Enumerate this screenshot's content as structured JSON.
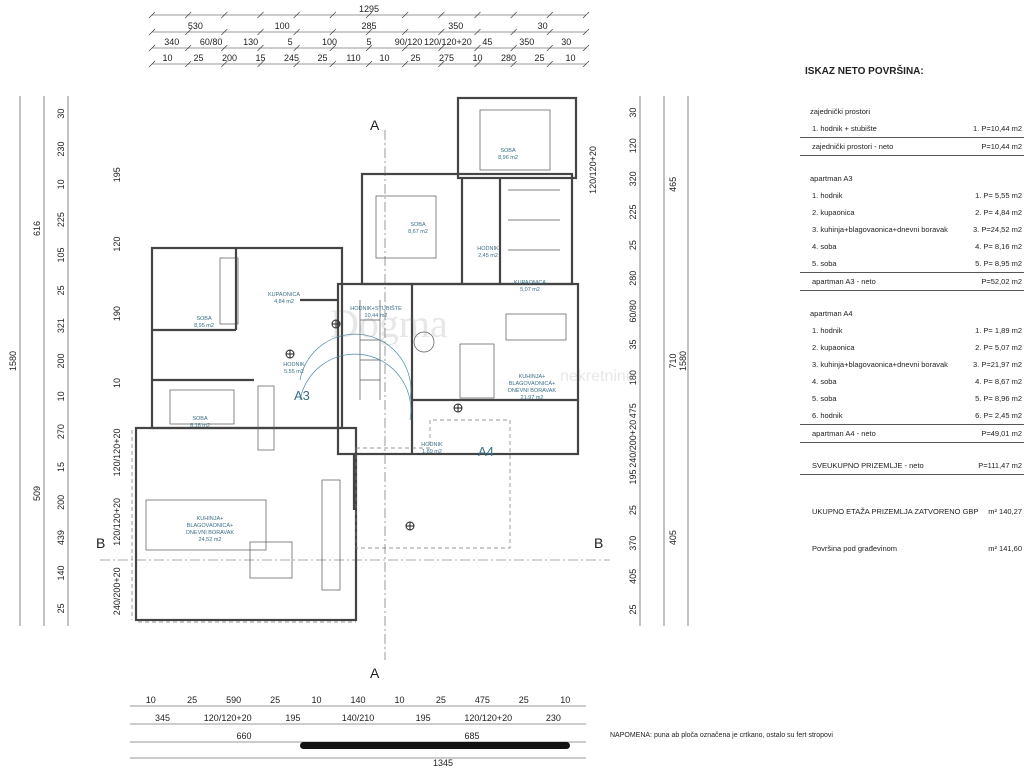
{
  "dims": {
    "top1": [
      "1295"
    ],
    "top2": [
      "530",
      "100",
      "285",
      "350",
      "30"
    ],
    "top3": [
      "340",
      "60/80",
      "130",
      "5",
      "100",
      "5",
      "90/120",
      "120/120+20",
      "45",
      "350",
      "30"
    ],
    "top4": [
      "10",
      "25",
      "200",
      "15",
      "245",
      "25",
      "110",
      "10",
      "25",
      "275",
      "10",
      "280",
      "25",
      "10"
    ],
    "bottom1": [
      "10",
      "25",
      "590",
      "25",
      "10",
      "140",
      "10",
      "25",
      "475",
      "25",
      "10"
    ],
    "bottom2": [
      "345",
      "120/120+20",
      "195",
      "140/210",
      "195",
      "120/120+20",
      "230"
    ],
    "bottom3": [
      "660",
      "685"
    ],
    "bottom4": [
      "1345"
    ],
    "left_outer": [
      "1580"
    ],
    "left_mid": [
      "616",
      "509"
    ],
    "left_inner": [
      "30",
      "230",
      "10",
      "225",
      "105",
      "25",
      "321",
      "200",
      "10",
      "270",
      "15",
      "200",
      "439",
      "140",
      "25"
    ],
    "left_inner2": [
      "195",
      "120",
      "190",
      "10",
      "120/120+20",
      "120/120+20",
      "240/200+20"
    ],
    "right_outer": [
      "1580"
    ],
    "right_mid": [
      "465",
      "710",
      "405"
    ],
    "right_inner": [
      "30",
      "120",
      "320",
      "225",
      "25",
      "280",
      "60/80",
      "35",
      "180",
      "475",
      "240/200+20",
      "195",
      "25",
      "370",
      "405",
      "25"
    ],
    "right_inner2": [
      "120/120+20"
    ]
  },
  "sections": {
    "a_top": "A",
    "a_bottom": "A",
    "b_left": "B",
    "b_right": "B"
  },
  "apartments": {
    "a3": "A3",
    "a4": "A4"
  },
  "rooms": {
    "soba_top": "SOBA\n8,96 m2",
    "soba_a4": "SOBA\n8,67 m2",
    "hodnik_a4": "HODNIK\n2,45 m2",
    "kupaonica_a4": "KUPAONICA\n5,07 m2",
    "soba_a3_1": "SOBA\n8,95 m2",
    "kupaonica_a3": "KUPAONICA\n4,84 m2",
    "hodnik_a3": "HODNIK\n5,55 m2",
    "stubiste": "HODNIK+STUBIŠTE\n10,44 m2",
    "soba_a3_2": "SOBA\n8,16 m2",
    "kuhinja_a4": "KUHINJA+\nBLAGOVAONICA+\nDNEVNI BORAVAK\n21,97 m2",
    "hodnik_a4_2": "HODNIK\n1,89 m2",
    "kuhinja_a3": "KUHINJA+\nBLAGOVAONICA+\nDNEVNI BORAVAK\n24,52 m2"
  },
  "table": {
    "title": "ISKAZ NETO POVRŠINA:",
    "common_label": "zajednički prostori",
    "common_rows": [
      {
        "name": "1. hodnik + stubište",
        "val": "1. P=10,44 m2"
      }
    ],
    "common_sum": {
      "name": "zajednički prostori - neto",
      "val": "P=10,44 m2"
    },
    "a3_label": "apartman A3",
    "a3_rows": [
      {
        "name": "1. hodnik",
        "val": "1. P= 5,55 m2"
      },
      {
        "name": "2. kupaonica",
        "val": "2. P= 4,84 m2"
      },
      {
        "name": "3. kuhinja+blagovaonica+dnevni boravak",
        "val": "3. P=24,52 m2"
      },
      {
        "name": "4. soba",
        "val": "4. P= 8,16 m2"
      },
      {
        "name": "5. soba",
        "val": "5. P= 8,95 m2"
      }
    ],
    "a3_sum": {
      "name": "apartman A3 - neto",
      "val": "P=52,02 m2"
    },
    "a4_label": "apartman A4",
    "a4_rows": [
      {
        "name": "1. hodnik",
        "val": "1. P= 1,89 m2"
      },
      {
        "name": "2. kupaonica",
        "val": "2. P= 5,07 m2"
      },
      {
        "name": "3. kuhinja+blagovaonica+dnevni boravak",
        "val": "3. P=21,97 m2"
      },
      {
        "name": "4. soba",
        "val": "4. P= 8,67 m2"
      },
      {
        "name": "5. soba",
        "val": "5. P= 8,96 m2"
      },
      {
        "name": "6. hodnik",
        "val": "6. P= 2,45 m2"
      }
    ],
    "a4_sum": {
      "name": "apartman A4 - neto",
      "val": "P=49,01 m2"
    },
    "total": {
      "name": "SVEUKUPNO PRIZEMLJE - neto",
      "val": "P=111,47 m2"
    },
    "gross": {
      "name": "UKUPNO ETAŽA PRIZEMLJA ZATVORENO GBP",
      "val": "m² 140,27"
    },
    "footprint": {
      "name": "Površina pod građevinom",
      "val": "m² 141,60"
    }
  },
  "note": "NAPOMENA: puna ab ploča označena je crtkano, ostalo su fert stropovi",
  "watermark": {
    "main": "Dogma",
    "sub": "nekretnine"
  }
}
